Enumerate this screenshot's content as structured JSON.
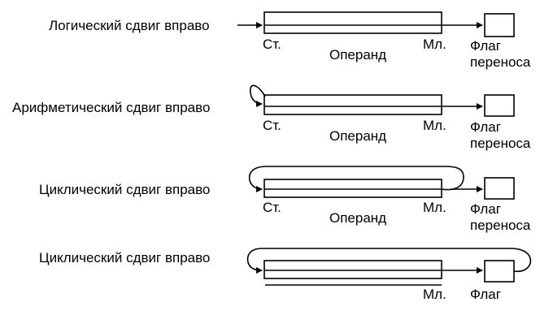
{
  "diagrams": [
    {
      "title": "Логический сдвиг вправо",
      "msb": "Ст.",
      "operand": "Операнд",
      "lsb": "Мл.",
      "flag_line1": "Флаг",
      "flag_line2": "переноса"
    },
    {
      "title": "Арифметический сдвиг вправо",
      "msb": "Ст.",
      "operand": "Операнд",
      "lsb": "Мл.",
      "flag_line1": "Флаг",
      "flag_line2": "переноса"
    },
    {
      "title": "Циклический сдвиг вправо",
      "msb": "Ст.",
      "operand": "Операнд",
      "lsb": "Мл.",
      "flag_line1": "Флаг",
      "flag_line2": "переноса"
    },
    {
      "title": "Циклический сдвиг вправо",
      "lsb": "Мл.",
      "flag_line1": "Флаг"
    }
  ]
}
